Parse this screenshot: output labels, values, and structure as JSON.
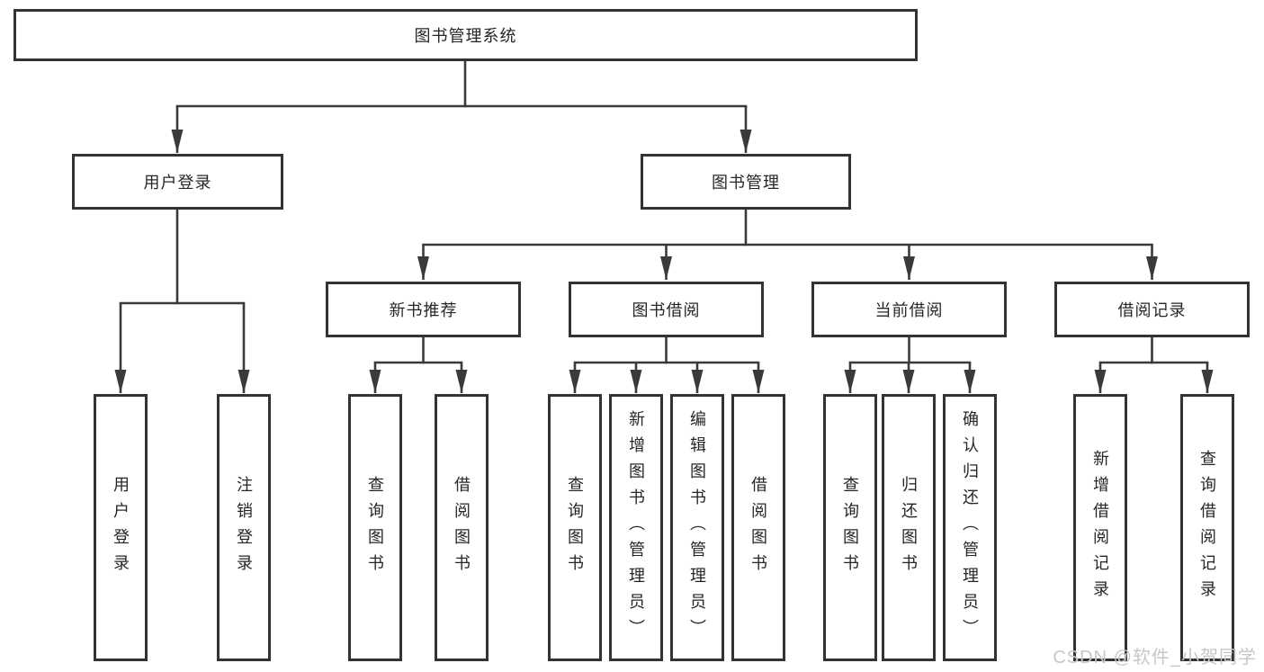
{
  "diagram": {
    "root": {
      "label": "图书管理系统"
    },
    "branches": [
      {
        "label": "用户登录",
        "children": [
          {
            "label": "用户登录"
          },
          {
            "label": "注销登录"
          }
        ]
      },
      {
        "label": "图书管理",
        "children": [
          {
            "label": "新书推荐",
            "children": [
              {
                "label": "查询图书"
              },
              {
                "label": "借阅图书"
              }
            ]
          },
          {
            "label": "图书借阅",
            "children": [
              {
                "label": "查询图书"
              },
              {
                "label": "新增图书（管理员）"
              },
              {
                "label": "编辑图书（管理员）"
              },
              {
                "label": "借阅图书"
              }
            ]
          },
          {
            "label": "当前借阅",
            "children": [
              {
                "label": "查询图书"
              },
              {
                "label": "归还图书"
              },
              {
                "label": "确认归还（管理员）"
              }
            ]
          },
          {
            "label": "借阅记录",
            "children": [
              {
                "label": "新增借阅记录"
              },
              {
                "label": "查询借阅记录"
              }
            ]
          }
        ]
      }
    ]
  },
  "watermark": {
    "text": "CSDN @软件_小贺同学"
  },
  "colors": {
    "line": "#3a3a3a",
    "box_border": "#333333",
    "text": "#262626",
    "background": "#ffffff",
    "watermark": "#c7c7c7"
  }
}
